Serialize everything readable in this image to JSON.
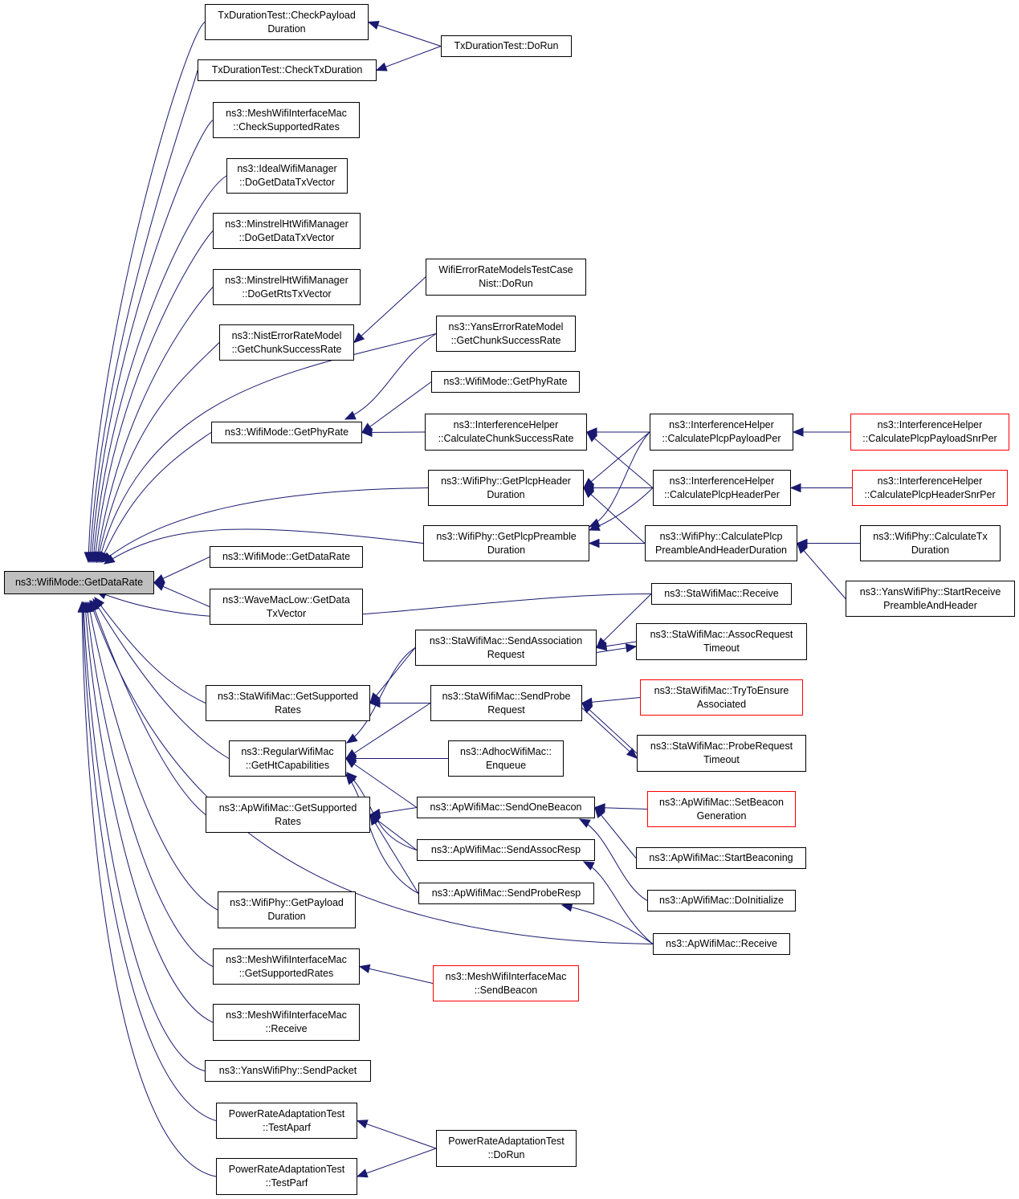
{
  "graph": {
    "edge_color": "#191970",
    "node_border": "#000000",
    "truncated_border": "#ff0000",
    "root_fill": "#bfbfbf",
    "nodes": [
      {
        "id": "root",
        "lines": [
          "ns3::WifiMode::GetDataRate"
        ],
        "root": true
      },
      {
        "id": "tdt_cpd",
        "lines": [
          "TxDurationTest::CheckPayload",
          "Duration"
        ]
      },
      {
        "id": "tdt_ctd",
        "lines": [
          "TxDurationTest::CheckTxDuration"
        ]
      },
      {
        "id": "tdt_dorun",
        "lines": [
          "TxDurationTest::DoRun"
        ]
      },
      {
        "id": "mwim_csr",
        "lines": [
          "ns3::MeshWifiInterfaceMac",
          "::CheckSupportedRates"
        ]
      },
      {
        "id": "iwm_dgdtv",
        "lines": [
          "ns3::IdealWifiManager",
          "::DoGetDataTxVector"
        ]
      },
      {
        "id": "mhwm_dgdtv",
        "lines": [
          "ns3::MinstrelHtWifiManager",
          "::DoGetDataTxVector"
        ]
      },
      {
        "id": "mhwm_dgrtv",
        "lines": [
          "ns3::MinstrelHtWifiManager",
          "::DoGetRtsTxVector"
        ]
      },
      {
        "id": "nerm_gcsr",
        "lines": [
          "ns3::NistErrorRateModel",
          "::GetChunkSuccessRate"
        ]
      },
      {
        "id": "wermtc",
        "lines": [
          "WifiErrorRateModelsTestCase",
          "Nist::DoRun"
        ]
      },
      {
        "id": "yerm_gcsr",
        "lines": [
          "ns3::YansErrorRateModel",
          "::GetChunkSuccessRate"
        ]
      },
      {
        "id": "wm_gpr2",
        "lines": [
          "ns3::WifiMode::GetPhyRate"
        ]
      },
      {
        "id": "wm_gpr",
        "lines": [
          "ns3::WifiMode::GetPhyRate"
        ]
      },
      {
        "id": "ih_ccsr",
        "lines": [
          "ns3::InterferenceHelper",
          "::CalculateChunkSuccessRate"
        ]
      },
      {
        "id": "ih_cppp",
        "lines": [
          "ns3::InterferenceHelper",
          "::CalculatePlcpPayloadPer"
        ]
      },
      {
        "id": "ih_cppsp",
        "lines": [
          "ns3::InterferenceHelper",
          "::CalculatePlcpPayloadSnrPer"
        ],
        "truncated": true
      },
      {
        "id": "wp_gphd",
        "lines": [
          "ns3::WifiPhy::GetPlcpHeader",
          "Duration"
        ]
      },
      {
        "id": "ih_cphp",
        "lines": [
          "ns3::InterferenceHelper",
          "::CalculatePlcpHeaderPer"
        ]
      },
      {
        "id": "ih_cphsp",
        "lines": [
          "ns3::InterferenceHelper",
          "::CalculatePlcpHeaderSnrPer"
        ],
        "truncated": true
      },
      {
        "id": "wp_gppd",
        "lines": [
          "ns3::WifiPhy::GetPlcpPreamble",
          "Duration"
        ]
      },
      {
        "id": "wp_cpahd",
        "lines": [
          "ns3::WifiPhy::CalculatePlcp",
          "PreambleAndHeaderDuration"
        ]
      },
      {
        "id": "wp_ctd",
        "lines": [
          "ns3::WifiPhy::CalculateTx",
          "Duration"
        ]
      },
      {
        "id": "ywp_srpah",
        "lines": [
          "ns3::YansWifiPhy::StartReceive",
          "PreambleAndHeader"
        ]
      },
      {
        "id": "wm_gdr",
        "lines": [
          "ns3::WifiMode::GetDataRate"
        ]
      },
      {
        "id": "wml_gdtv",
        "lines": [
          "ns3::WaveMacLow::GetData",
          "TxVector"
        ]
      },
      {
        "id": "swm_recv",
        "lines": [
          "ns3::StaWifiMac::Receive"
        ]
      },
      {
        "id": "swm_sar",
        "lines": [
          "ns3::StaWifiMac::SendAssociation",
          "Request"
        ]
      },
      {
        "id": "swm_art",
        "lines": [
          "ns3::StaWifiMac::AssocRequest",
          "Timeout"
        ]
      },
      {
        "id": "swm_gsr",
        "lines": [
          "ns3::StaWifiMac::GetSupported",
          "Rates"
        ]
      },
      {
        "id": "swm_spr",
        "lines": [
          "ns3::StaWifiMac::SendProbe",
          "Request"
        ]
      },
      {
        "id": "swm_ttea",
        "lines": [
          "ns3::StaWifiMac::TryToEnsure",
          "Associated"
        ],
        "truncated": true
      },
      {
        "id": "rwm_ghc",
        "lines": [
          "ns3::RegularWifiMac",
          "::GetHtCapabilities"
        ]
      },
      {
        "id": "awm_enq",
        "lines": [
          "ns3::AdhocWifiMac::",
          "Enqueue"
        ]
      },
      {
        "id": "swm_prt",
        "lines": [
          "ns3::StaWifiMac::ProbeRequest",
          "Timeout"
        ]
      },
      {
        "id": "apwm_gsr",
        "lines": [
          "ns3::ApWifiMac::GetSupported",
          "Rates"
        ]
      },
      {
        "id": "apwm_sob",
        "lines": [
          "ns3::ApWifiMac::SendOneBeacon"
        ]
      },
      {
        "id": "apwm_sbg",
        "lines": [
          "ns3::ApWifiMac::SetBeacon",
          "Generation"
        ],
        "truncated": true
      },
      {
        "id": "apwm_sar",
        "lines": [
          "ns3::ApWifiMac::SendAssocResp"
        ]
      },
      {
        "id": "apwm_sb",
        "lines": [
          "ns3::ApWifiMac::StartBeaconing"
        ]
      },
      {
        "id": "apwm_spr",
        "lines": [
          "ns3::ApWifiMac::SendProbeResp"
        ]
      },
      {
        "id": "apwm_di",
        "lines": [
          "ns3::ApWifiMac::DoInitialize"
        ]
      },
      {
        "id": "wp_gpd",
        "lines": [
          "ns3::WifiPhy::GetPayload",
          "Duration"
        ]
      },
      {
        "id": "apwm_recv",
        "lines": [
          "ns3::ApWifiMac::Receive"
        ]
      },
      {
        "id": "mwim_gsr",
        "lines": [
          "ns3::MeshWifiInterfaceMac",
          "::GetSupportedRates"
        ]
      },
      {
        "id": "mwim_sb",
        "lines": [
          "ns3::MeshWifiInterfaceMac",
          "::SendBeacon"
        ],
        "truncated": true
      },
      {
        "id": "mwim_recv",
        "lines": [
          "ns3::MeshWifiInterfaceMac",
          "::Receive"
        ]
      },
      {
        "id": "ywp_sp",
        "lines": [
          "ns3::YansWifiPhy::SendPacket"
        ]
      },
      {
        "id": "prat_ta",
        "lines": [
          "PowerRateAdaptationTest",
          "::TestAparf"
        ]
      },
      {
        "id": "prat_dorun",
        "lines": [
          "PowerRateAdaptationTest",
          "::DoRun"
        ]
      },
      {
        "id": "prat_tp",
        "lines": [
          "PowerRateAdaptationTest",
          "::TestParf"
        ]
      }
    ],
    "edges": [
      [
        "tdt_cpd",
        "root"
      ],
      [
        "tdt_ctd",
        "root"
      ],
      [
        "mwim_csr",
        "root"
      ],
      [
        "iwm_dgdtv",
        "root"
      ],
      [
        "mhwm_dgdtv",
        "root"
      ],
      [
        "mhwm_dgrtv",
        "root"
      ],
      [
        "nerm_gcsr",
        "root"
      ],
      [
        "yerm_gcsr",
        "root"
      ],
      [
        "wm_gpr",
        "root"
      ],
      [
        "wp_gphd",
        "root"
      ],
      [
        "wp_gppd",
        "root"
      ],
      [
        "wm_gdr",
        "root"
      ],
      [
        "wml_gdtv",
        "root"
      ],
      [
        "swm_recv",
        "root"
      ],
      [
        "swm_gsr",
        "root"
      ],
      [
        "rwm_ghc",
        "root"
      ],
      [
        "apwm_gsr",
        "root"
      ],
      [
        "apwm_recv",
        "root"
      ],
      [
        "wp_gpd",
        "root"
      ],
      [
        "mwim_gsr",
        "root"
      ],
      [
        "mwim_recv",
        "root"
      ],
      [
        "ywp_sp",
        "root"
      ],
      [
        "prat_ta",
        "root"
      ],
      [
        "prat_tp",
        "root"
      ],
      [
        "tdt_dorun",
        "tdt_cpd"
      ],
      [
        "tdt_dorun",
        "tdt_ctd"
      ],
      [
        "wermtc",
        "nerm_gcsr"
      ],
      [
        "yerm_gcsr",
        "wm_gpr"
      ],
      [
        "wm_gpr2",
        "wm_gpr"
      ],
      [
        "ih_ccsr",
        "wm_gpr"
      ],
      [
        "ih_cppp",
        "ih_ccsr"
      ],
      [
        "ih_cphp",
        "ih_ccsr"
      ],
      [
        "ih_cppsp",
        "ih_cppp"
      ],
      [
        "ih_cphsp",
        "ih_cphp"
      ],
      [
        "ih_cppp",
        "wp_gphd"
      ],
      [
        "ih_cphp",
        "wp_gphd"
      ],
      [
        "wp_cpahd",
        "wp_gphd"
      ],
      [
        "ih_cppp",
        "wp_gppd"
      ],
      [
        "ih_cphp",
        "wp_gppd"
      ],
      [
        "wp_cpahd",
        "wp_gppd"
      ],
      [
        "wp_ctd",
        "wp_cpahd"
      ],
      [
        "ywp_srpah",
        "wp_cpahd"
      ],
      [
        "swm_recv",
        "swm_sar"
      ],
      [
        "swm_art",
        "swm_sar"
      ],
      [
        "swm_sar",
        "swm_art"
      ],
      [
        "swm_sar",
        "swm_gsr"
      ],
      [
        "swm_spr",
        "swm_gsr"
      ],
      [
        "swm_sar",
        "rwm_ghc"
      ],
      [
        "swm_spr",
        "rwm_ghc"
      ],
      [
        "awm_enq",
        "rwm_ghc"
      ],
      [
        "apwm_sob",
        "rwm_ghc"
      ],
      [
        "apwm_sar",
        "rwm_ghc"
      ],
      [
        "apwm_spr",
        "rwm_ghc"
      ],
      [
        "swm_ttea",
        "swm_spr"
      ],
      [
        "swm_prt",
        "swm_spr"
      ],
      [
        "swm_spr",
        "swm_prt"
      ],
      [
        "apwm_sob",
        "apwm_gsr"
      ],
      [
        "apwm_sar",
        "apwm_gsr"
      ],
      [
        "apwm_spr",
        "apwm_gsr"
      ],
      [
        "apwm_sbg",
        "apwm_sob"
      ],
      [
        "apwm_sb",
        "apwm_sob"
      ],
      [
        "apwm_di",
        "apwm_sob"
      ],
      [
        "apwm_recv",
        "apwm_sar"
      ],
      [
        "apwm_recv",
        "apwm_spr"
      ],
      [
        "mwim_sb",
        "mwim_gsr"
      ],
      [
        "prat_dorun",
        "prat_ta"
      ],
      [
        "prat_dorun",
        "prat_tp"
      ]
    ]
  }
}
